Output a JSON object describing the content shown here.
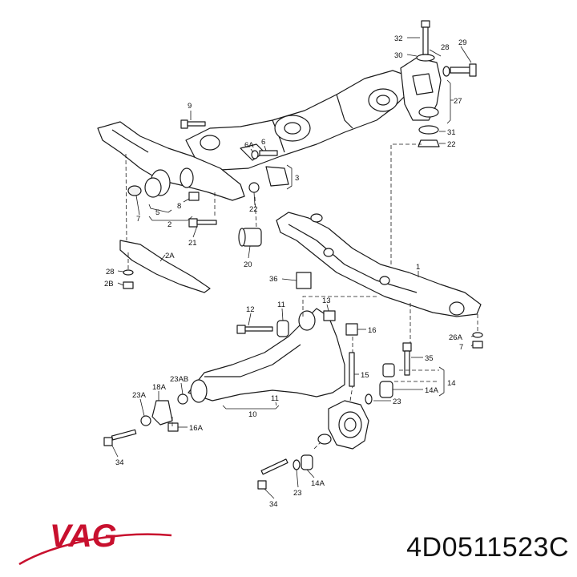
{
  "brand": {
    "logo_text": "VAG",
    "logo_color": "#c8102e"
  },
  "part_number": "4D0511523C",
  "callouts": [
    {
      "id": "c32",
      "label": "32"
    },
    {
      "id": "c28t",
      "label": "28"
    },
    {
      "id": "c29",
      "label": "29"
    },
    {
      "id": "c30",
      "label": "30"
    },
    {
      "id": "c27",
      "label": "27"
    },
    {
      "id": "c31",
      "label": "31"
    },
    {
      "id": "c22t",
      "label": "22"
    },
    {
      "id": "c9",
      "label": "9"
    },
    {
      "id": "c6A",
      "label": "6A"
    },
    {
      "id": "c6",
      "label": "6"
    },
    {
      "id": "c3",
      "label": "3"
    },
    {
      "id": "c7l",
      "label": "7"
    },
    {
      "id": "c5",
      "label": "5"
    },
    {
      "id": "c8",
      "label": "8"
    },
    {
      "id": "c2",
      "label": "2"
    },
    {
      "id": "c22m",
      "label": "22"
    },
    {
      "id": "c21",
      "label": "21"
    },
    {
      "id": "c20",
      "label": "20"
    },
    {
      "id": "c2A",
      "label": "2A"
    },
    {
      "id": "c28b",
      "label": "28"
    },
    {
      "id": "c2B",
      "label": "2B"
    },
    {
      "id": "c36",
      "label": "36"
    },
    {
      "id": "c1",
      "label": "1"
    },
    {
      "id": "c12",
      "label": "12"
    },
    {
      "id": "c11t",
      "label": "11"
    },
    {
      "id": "c13",
      "label": "13"
    },
    {
      "id": "c16",
      "label": "16"
    },
    {
      "id": "c26A",
      "label": "26A"
    },
    {
      "id": "c7r",
      "label": "7"
    },
    {
      "id": "c35",
      "label": "35"
    },
    {
      "id": "c15",
      "label": "15"
    },
    {
      "id": "c14",
      "label": "14"
    },
    {
      "id": "c14A",
      "label": "14A"
    },
    {
      "id": "c23r",
      "label": "23"
    },
    {
      "id": "c18A",
      "label": "18A"
    },
    {
      "id": "c23AB",
      "label": "23AB"
    },
    {
      "id": "c23A",
      "label": "23A"
    },
    {
      "id": "c11b",
      "label": "11"
    },
    {
      "id": "c10",
      "label": "10"
    },
    {
      "id": "c16A",
      "label": "16A"
    },
    {
      "id": "c34l",
      "label": "34"
    },
    {
      "id": "c14Ab",
      "label": "14A"
    },
    {
      "id": "c23b",
      "label": "23"
    },
    {
      "id": "c34b",
      "label": "34"
    }
  ]
}
